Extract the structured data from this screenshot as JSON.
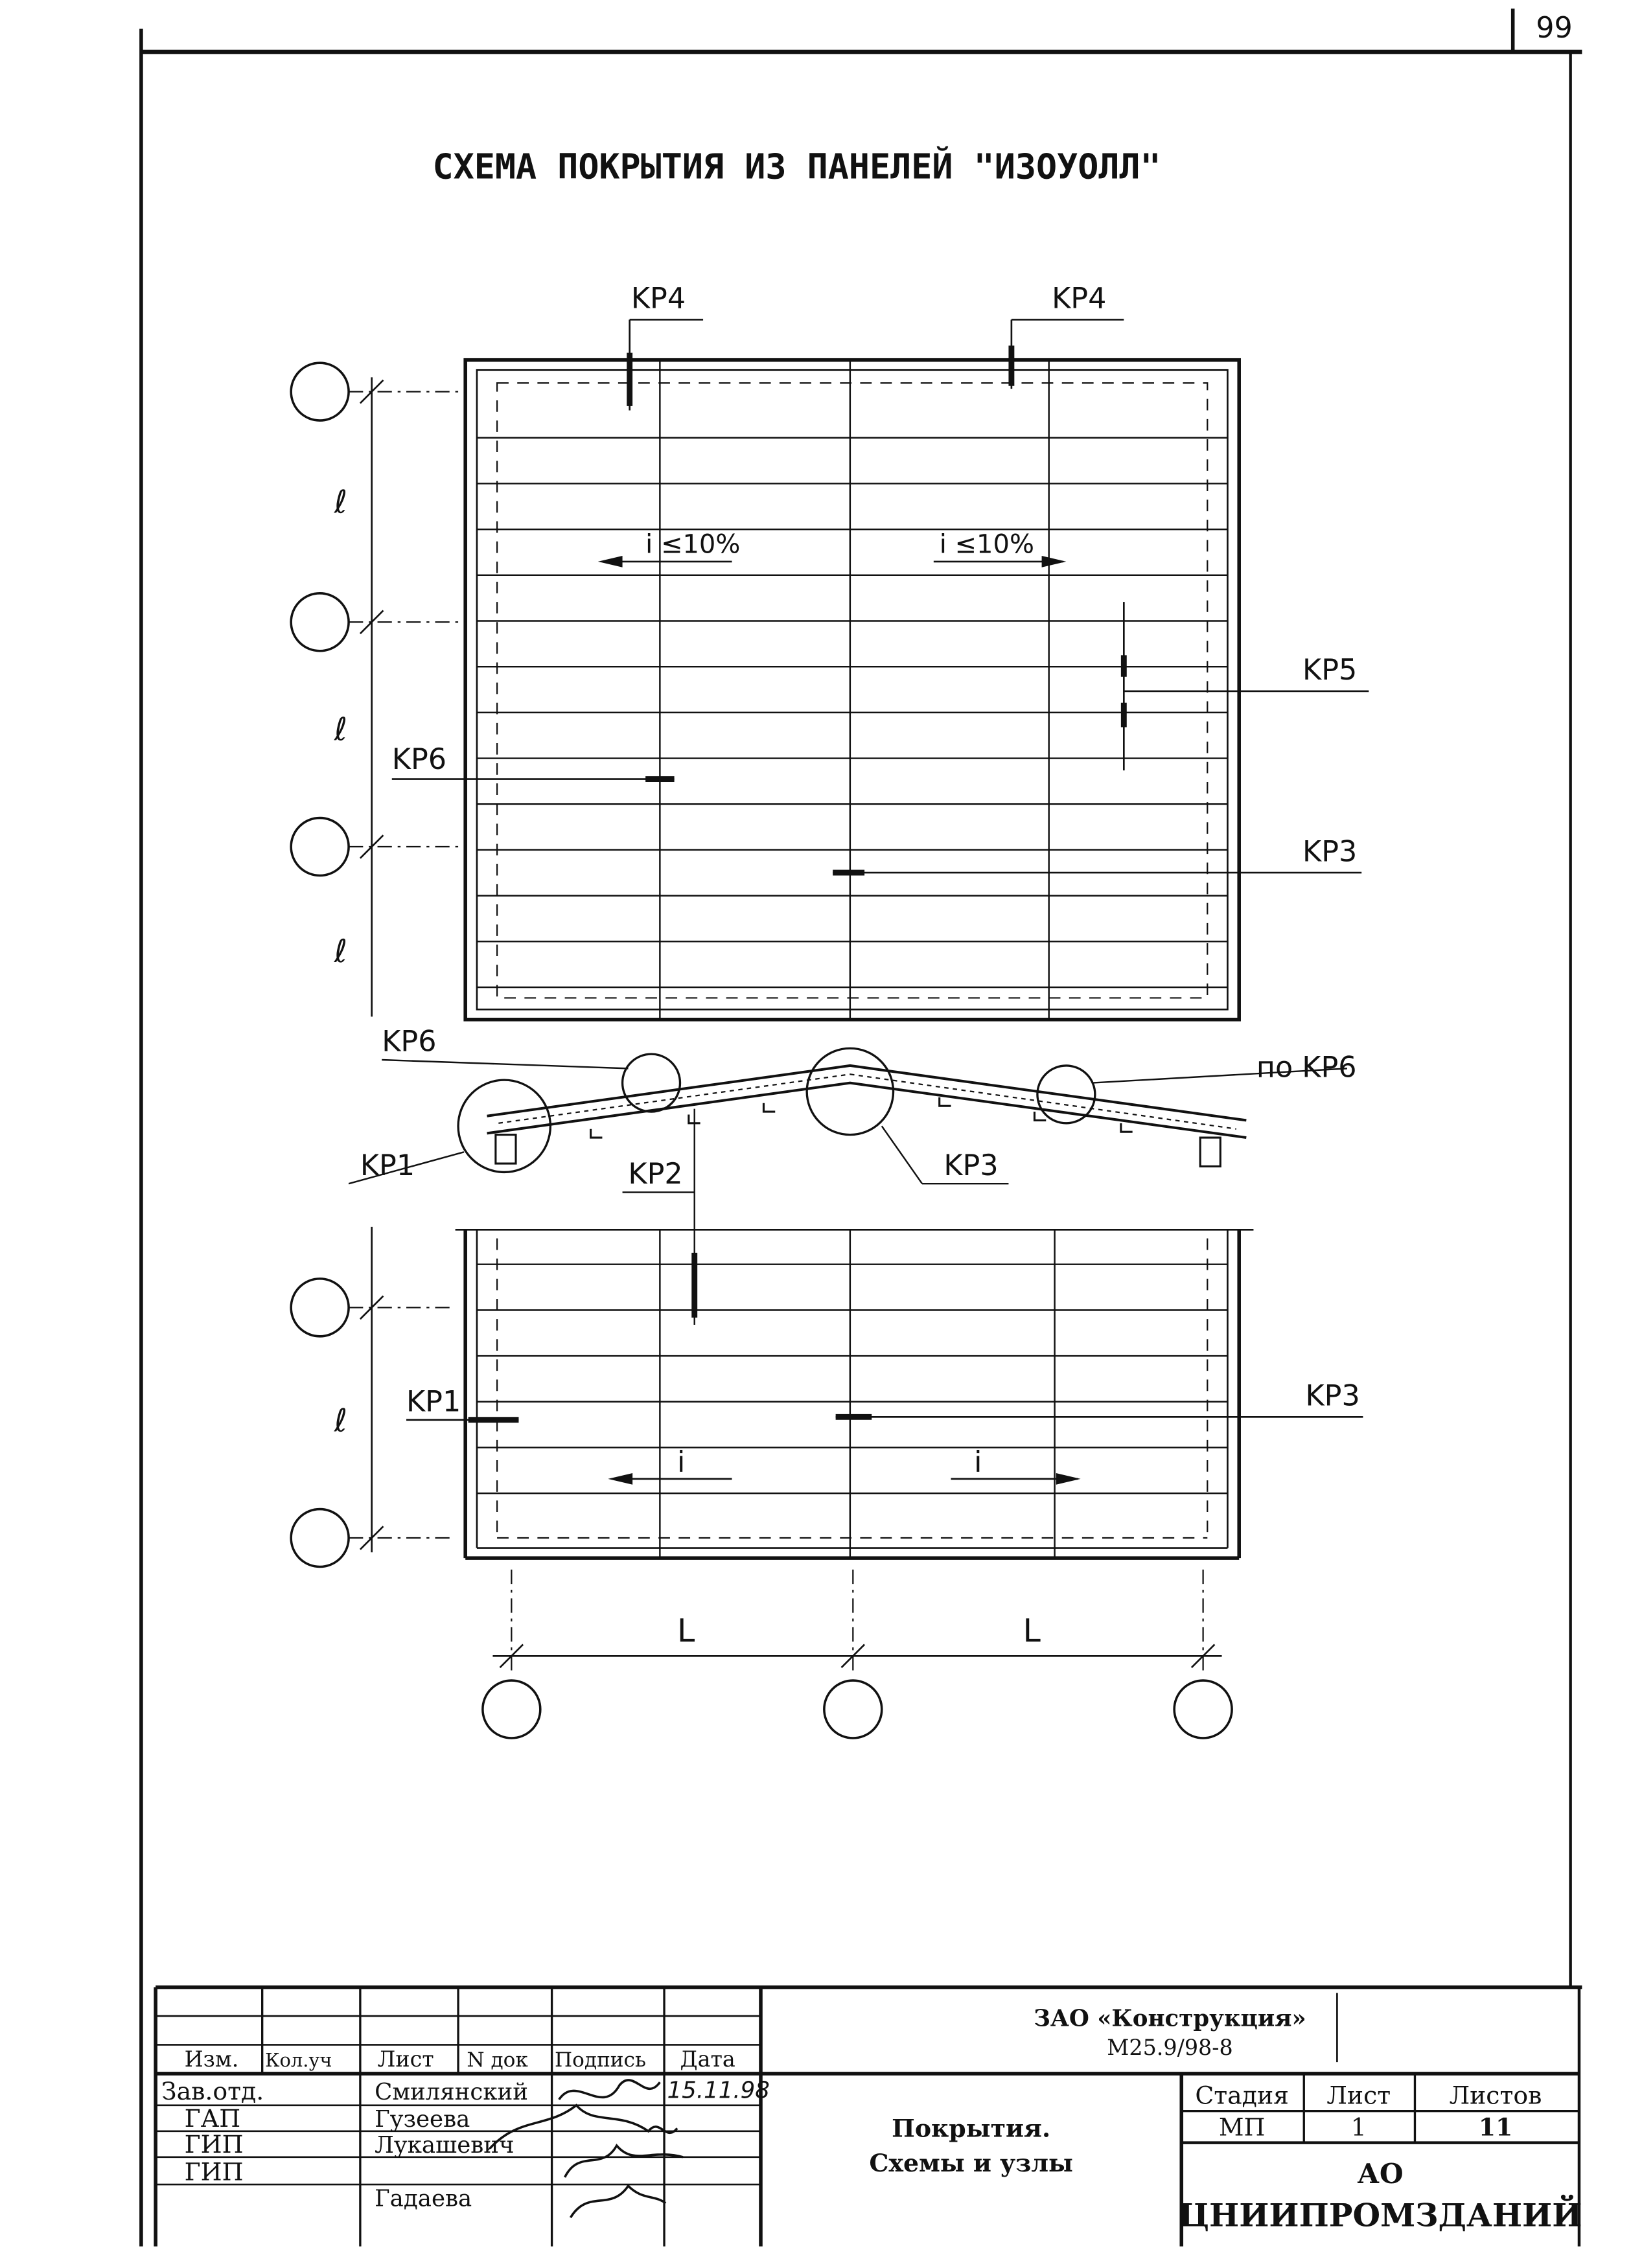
{
  "page_number": "99",
  "title": "СХЕМА ПОКРЫТИЯ ИЗ ПАНЕЛЕЙ \"ИЗОУОЛЛ\"",
  "plan": {
    "kr4_left": "KP4",
    "kr4_right": "KP4",
    "slope_left": "i ≤10%",
    "slope_right": "i ≤10%",
    "kr5": "KP5",
    "kr6": "KP6",
    "kr3": "KP3",
    "dim_l": [
      "ℓ",
      "ℓ",
      "ℓ"
    ]
  },
  "section": {
    "kr6_left": "KP6",
    "kr6_right": "по KP6",
    "kr1": "KP1",
    "kr2": "KP2",
    "kr3": "KP3"
  },
  "lower_plan": {
    "kr1": "KP1",
    "kr3": "KP3",
    "slope_left": "i",
    "slope_right": "i",
    "dim_l": "ℓ",
    "dim_L": [
      "L",
      "L"
    ]
  },
  "title_block": {
    "headers": [
      "Изм.",
      "Кол.уч",
      "Лист",
      "N док",
      "Подпись",
      "Дата"
    ],
    "rows": [
      {
        "role": "Зав.отд.",
        "name": "Смилянский",
        "date": "15.11.98"
      },
      {
        "role": "ГАП",
        "name": "Гузеева",
        "date": ""
      },
      {
        "role": "ГИП",
        "name": "Лукашевич",
        "date": ""
      },
      {
        "role": "ГИП",
        "name": "Гадаева",
        "date": ""
      }
    ],
    "company": "ЗАО «Конструкция»",
    "code": "М25.9/98-8",
    "sheet_title_1": "Покрытия.",
    "sheet_title_2": "Схемы и узлы",
    "stage_label": "Стадия",
    "sheet_label": "Лист",
    "sheets_label": "Листов",
    "stage": "МП",
    "sheet": "1",
    "sheets": "11",
    "org_1": "АО",
    "org_2": "ЦНИИПРОМЗДАНИЙ"
  }
}
